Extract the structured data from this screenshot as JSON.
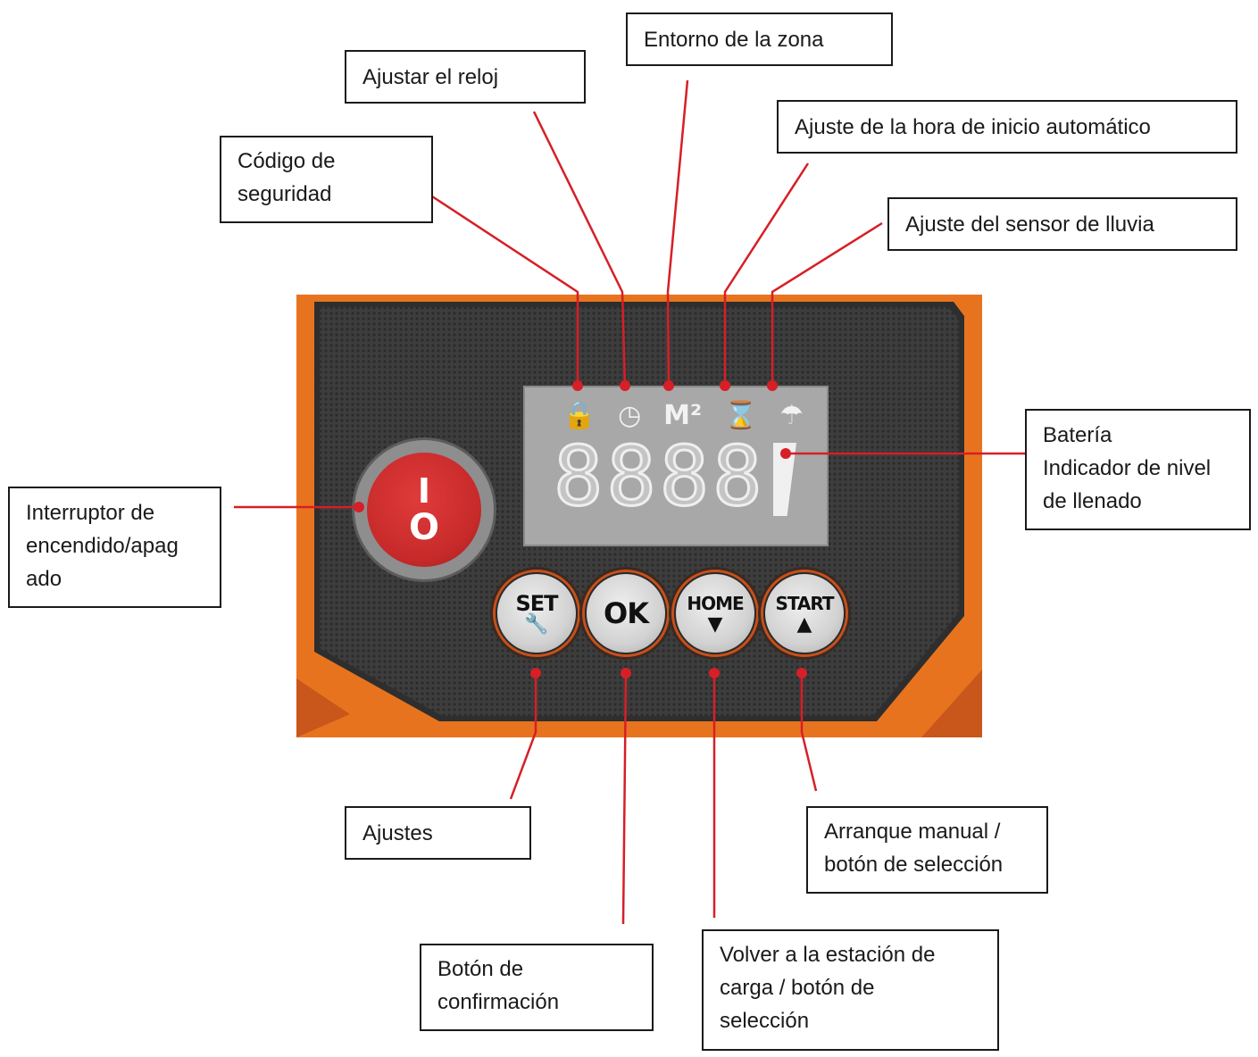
{
  "callouts": {
    "zone_setting": "Entorno de la zona",
    "set_clock": "Ajustar el reloj",
    "auto_start_time": "Ajuste de la hora de inicio automático",
    "security_code": "Código de\nseguridad",
    "rain_sensor": "Ajuste del sensor de lluvia",
    "battery": "Batería\nIndicador de nivel\nde llenado",
    "power_switch": "Interruptor de\nencendido/apag\nado",
    "settings": "Ajustes",
    "manual_start": "Arranque manual /\nbotón de selección",
    "confirm": "Botón de\nconfirmación",
    "home": "Volver a la estación de\ncarga / botón de\nselección"
  },
  "device": {
    "lcd_icons": {
      "lock": "🔒",
      "clock": "◷",
      "area": "M²",
      "hourglass": "⌛",
      "rain": "☂"
    },
    "lcd_digits": "8888",
    "power_on_symbol": "I",
    "power_off_symbol": "O",
    "buttons": {
      "set": {
        "label": "SET",
        "symbol": "🔧"
      },
      "ok": {
        "label": "OK"
      },
      "home": {
        "label": "HOME",
        "symbol": "▼"
      },
      "start": {
        "label": "START",
        "symbol": "▲"
      }
    }
  },
  "colors": {
    "leader_line": "#d61f26",
    "panel_orange": "#e8731f",
    "panel_dark": "#3b3b3b",
    "power_red": "#c72a2a",
    "lcd_bg": "#a8a8a8"
  }
}
